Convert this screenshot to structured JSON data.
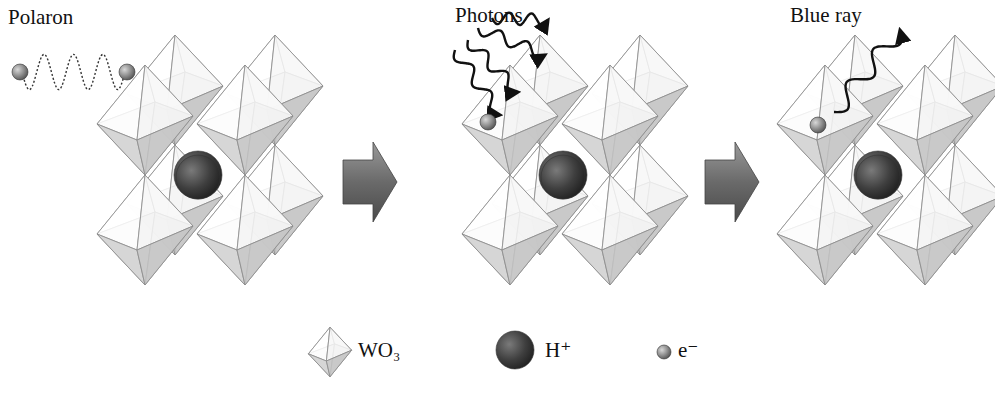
{
  "diagram": {
    "labels": [
      "Polaron",
      "Photons",
      "Blue ray"
    ],
    "legend": [
      {
        "text": "WO₃"
      },
      {
        "text": "H⁺"
      },
      {
        "text": "e⁻"
      }
    ]
  }
}
